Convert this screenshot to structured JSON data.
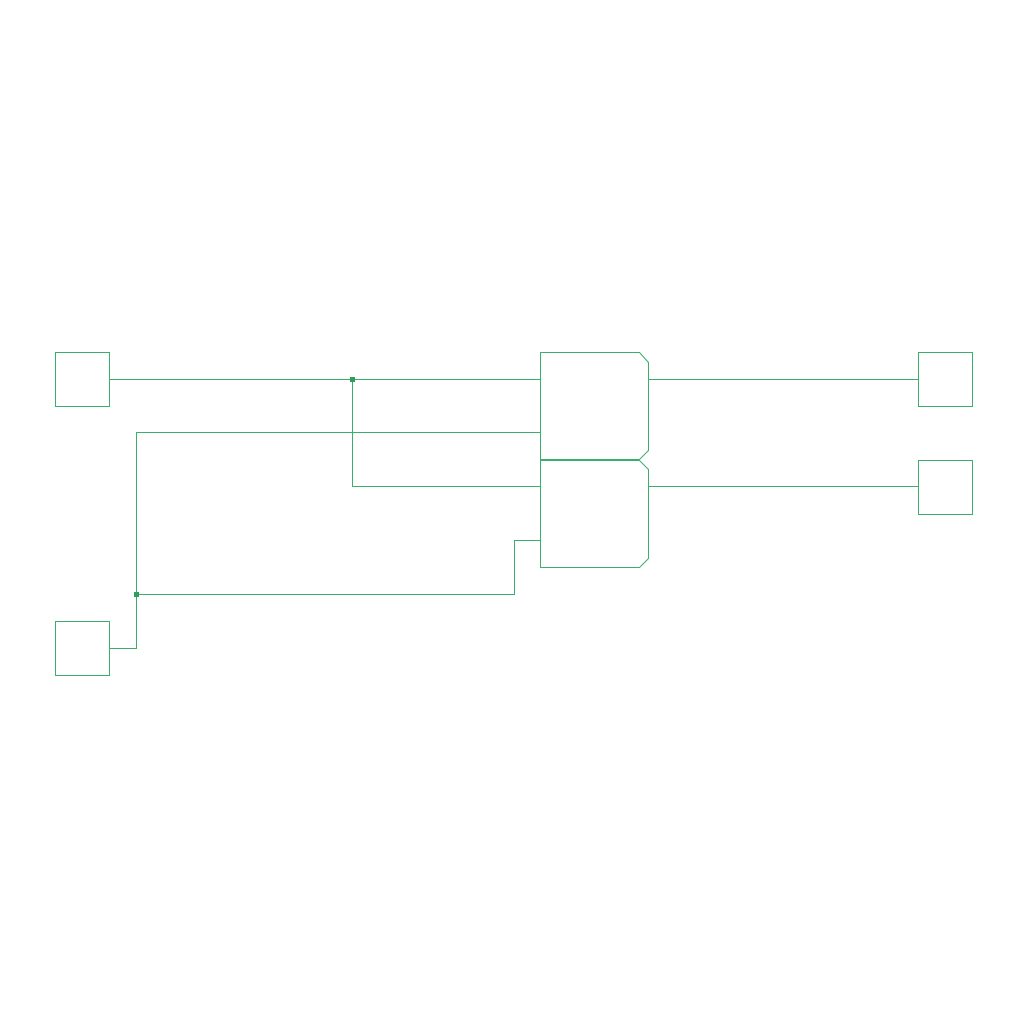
{
  "diagram": {
    "stroke_color": "#3aae6a",
    "junction_color": "#2e9e5a",
    "background": "#ffffff",
    "components": [
      {
        "id": "input-port-a",
        "kind": "port"
      },
      {
        "id": "input-port-b",
        "kind": "port"
      },
      {
        "id": "logic-block-upper",
        "kind": "gate"
      },
      {
        "id": "logic-block-lower",
        "kind": "gate"
      },
      {
        "id": "output-port-1",
        "kind": "port"
      },
      {
        "id": "output-port-2",
        "kind": "port"
      }
    ],
    "connections": [
      {
        "from": "input-port-a",
        "to": "logic-block-upper"
      },
      {
        "from": "input-port-a",
        "to": "logic-block-lower"
      },
      {
        "from": "input-port-b",
        "to": "logic-block-upper"
      },
      {
        "from": "input-port-b",
        "to": "logic-block-lower"
      },
      {
        "from": "logic-block-upper",
        "to": "output-port-1"
      },
      {
        "from": "logic-block-lower",
        "to": "output-port-2"
      }
    ]
  }
}
